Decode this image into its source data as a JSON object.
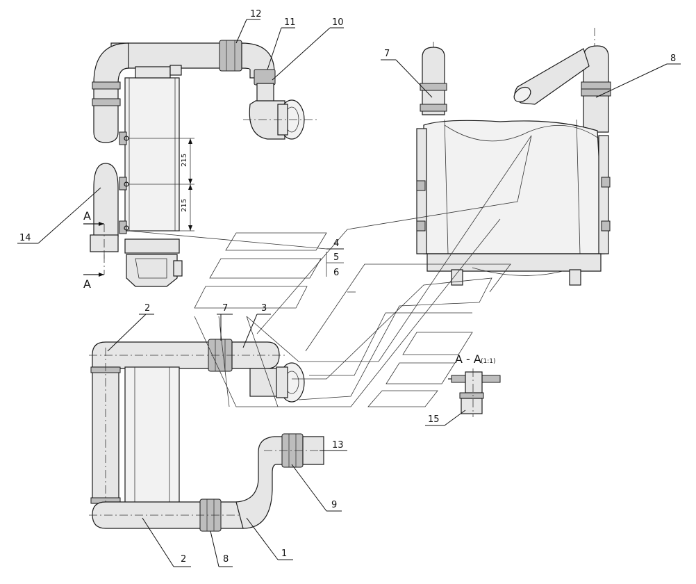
{
  "callouts": [
    {
      "id": "c12",
      "text": "12"
    },
    {
      "id": "c11",
      "text": "11"
    },
    {
      "id": "c10",
      "text": "10"
    },
    {
      "id": "c7a",
      "text": "7"
    },
    {
      "id": "c8a",
      "text": "8"
    },
    {
      "id": "c4",
      "text": "4"
    },
    {
      "id": "c5",
      "text": "5"
    },
    {
      "id": "c6",
      "text": "6"
    },
    {
      "id": "c14",
      "text": "14"
    },
    {
      "id": "c2a",
      "text": "2"
    },
    {
      "id": "c7b",
      "text": "7"
    },
    {
      "id": "c3",
      "text": "3"
    },
    {
      "id": "c13",
      "text": "13"
    },
    {
      "id": "c9",
      "text": "9"
    },
    {
      "id": "c2b",
      "text": "2"
    },
    {
      "id": "c8b",
      "text": "8"
    },
    {
      "id": "c1",
      "text": "1"
    },
    {
      "id": "c15",
      "text": "15"
    }
  ],
  "dimensions": {
    "upper": "215",
    "lower": "215"
  },
  "section": {
    "mark_top": "A",
    "mark_bottom": "A",
    "title": "А - А",
    "scale": "(1:1)"
  }
}
